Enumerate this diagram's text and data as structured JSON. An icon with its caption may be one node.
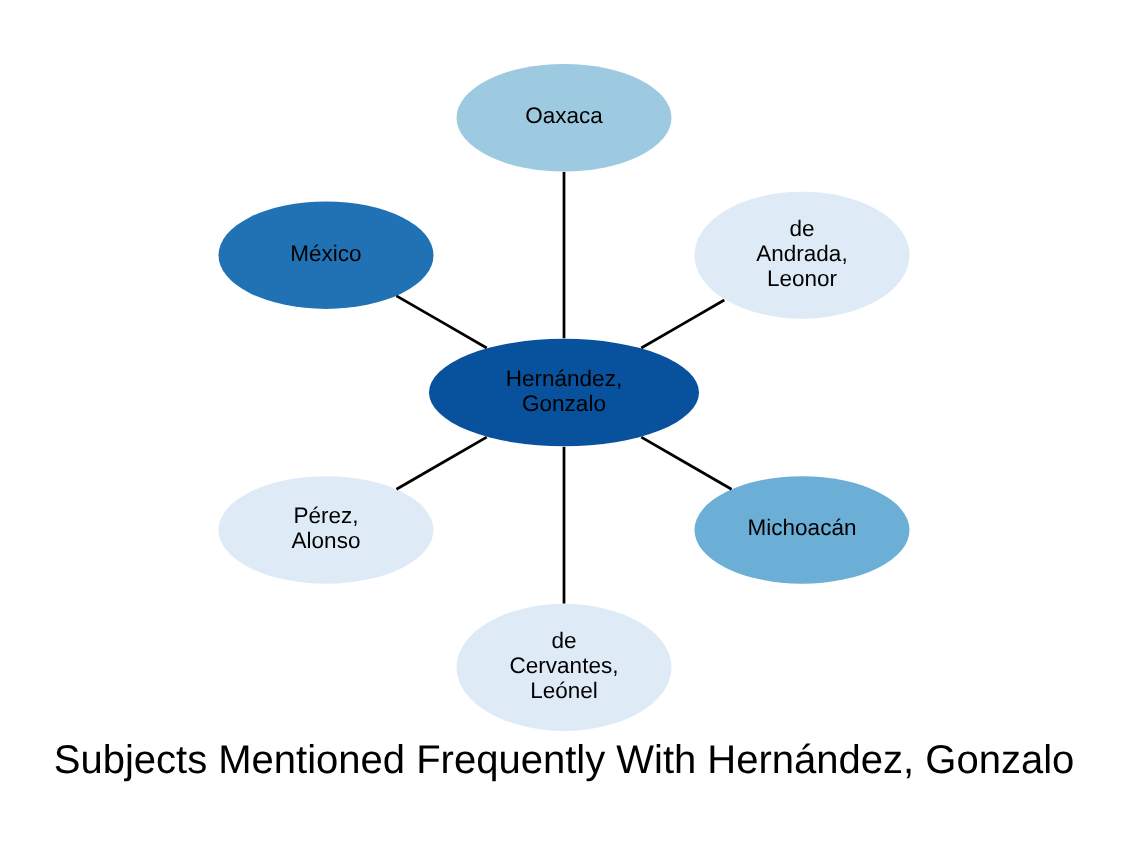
{
  "diagram": {
    "title": "Subjects Mentioned Frequently With Hernández, Gonzalo",
    "nodes": [
      {
        "text": [
          "Oaxaca"
        ]
      },
      {
        "text": [
          "de Andrada, Leonor"
        ]
      },
      {
        "text": [
          "México"
        ]
      },
      {
        "text": [
          "Hernández, Gonzalo"
        ]
      },
      {
        "text": [
          "Pérez, Alonso"
        ]
      },
      {
        "text": [
          "Michoacán"
        ]
      },
      {
        "text": [
          "de Cervantes, Leónel"
        ]
      }
    ],
    "edges": [
      {
        "from": 3,
        "to": 0,
        "arrow": "none"
      },
      {
        "from": 3,
        "to": 1,
        "arrow": "none"
      },
      {
        "from": 3,
        "to": 2,
        "arrow": "none"
      },
      {
        "from": 3,
        "to": 4,
        "arrow": "none"
      },
      {
        "from": 3,
        "to": 5,
        "arrow": "none"
      },
      {
        "from": 3,
        "to": 6,
        "arrow": "none"
      }
    ]
  }
}
